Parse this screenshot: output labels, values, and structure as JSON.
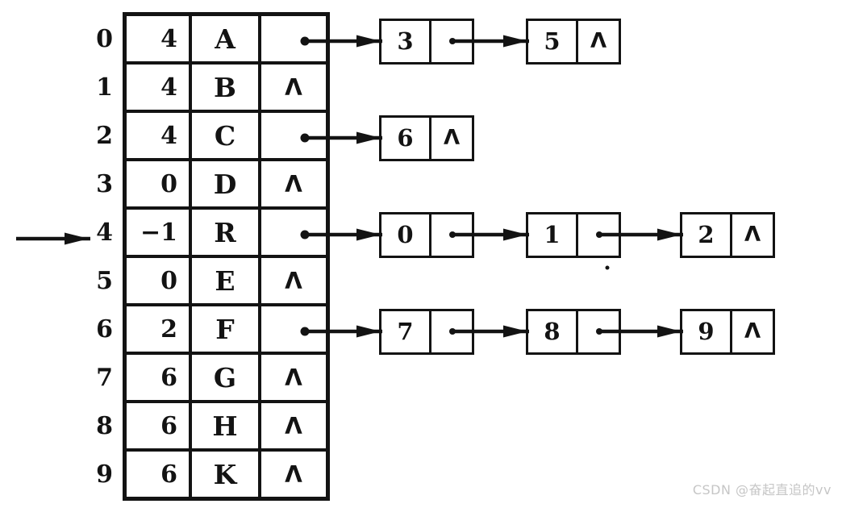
{
  "diagram": {
    "null_symbol": "Λ",
    "entry_arrow": {
      "target_row_index": "4"
    },
    "array_table": {
      "rows": [
        {
          "index": "0",
          "parent": "4",
          "data": "A",
          "child_link": "list-0"
        },
        {
          "index": "1",
          "parent": "4",
          "data": "B",
          "child_link": null
        },
        {
          "index": "2",
          "parent": "4",
          "data": "C",
          "child_link": "list-2"
        },
        {
          "index": "3",
          "parent": "0",
          "data": "D",
          "child_link": null
        },
        {
          "index": "4",
          "parent": "−1",
          "data": "R",
          "child_link": "list-4"
        },
        {
          "index": "5",
          "parent": "0",
          "data": "E",
          "child_link": null
        },
        {
          "index": "6",
          "parent": "2",
          "data": "F",
          "child_link": "list-6"
        },
        {
          "index": "7",
          "parent": "6",
          "data": "G",
          "child_link": null
        },
        {
          "index": "8",
          "parent": "6",
          "data": "H",
          "child_link": null
        },
        {
          "index": "9",
          "parent": "6",
          "data": "K",
          "child_link": null
        }
      ]
    },
    "child_lists": [
      {
        "id": "list-0",
        "source_row": 0,
        "nodes": [
          {
            "value": "3",
            "has_next": true
          },
          {
            "value": "5",
            "has_next": false
          }
        ]
      },
      {
        "id": "list-2",
        "source_row": 2,
        "nodes": [
          {
            "value": "6",
            "has_next": false
          }
        ]
      },
      {
        "id": "list-4",
        "source_row": 4,
        "nodes": [
          {
            "value": "0",
            "has_next": true
          },
          {
            "value": "1",
            "has_next": true
          },
          {
            "value": "2",
            "has_next": false
          }
        ]
      },
      {
        "id": "list-6",
        "source_row": 6,
        "nodes": [
          {
            "value": "7",
            "has_next": true
          },
          {
            "value": "8",
            "has_next": true
          },
          {
            "value": "9",
            "has_next": false
          }
        ]
      }
    ]
  },
  "watermark": {
    "text": "CSDN @奋起直追的vv"
  },
  "colors": {
    "ink": "#131313",
    "background": "#ffffff",
    "watermark": "#c6c6c6"
  }
}
